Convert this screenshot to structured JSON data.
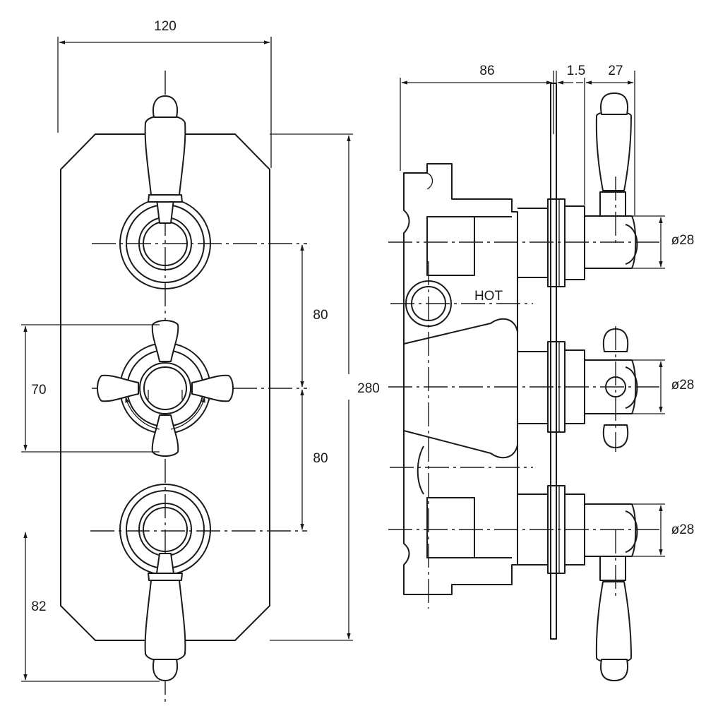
{
  "dimensions": {
    "front_width": "120",
    "center_spacing_top": "80",
    "center_spacing_bottom": "80",
    "trim_height_middle": "70",
    "bottom_offset": "82",
    "overall_height": "280",
    "body_depth": "86",
    "plate_thickness": "1.5",
    "handle_projection": "27",
    "diameter_top": "ø28",
    "diameter_middle": "ø28",
    "diameter_bottom": "ø28"
  },
  "labels": {
    "hot": "HOT"
  }
}
